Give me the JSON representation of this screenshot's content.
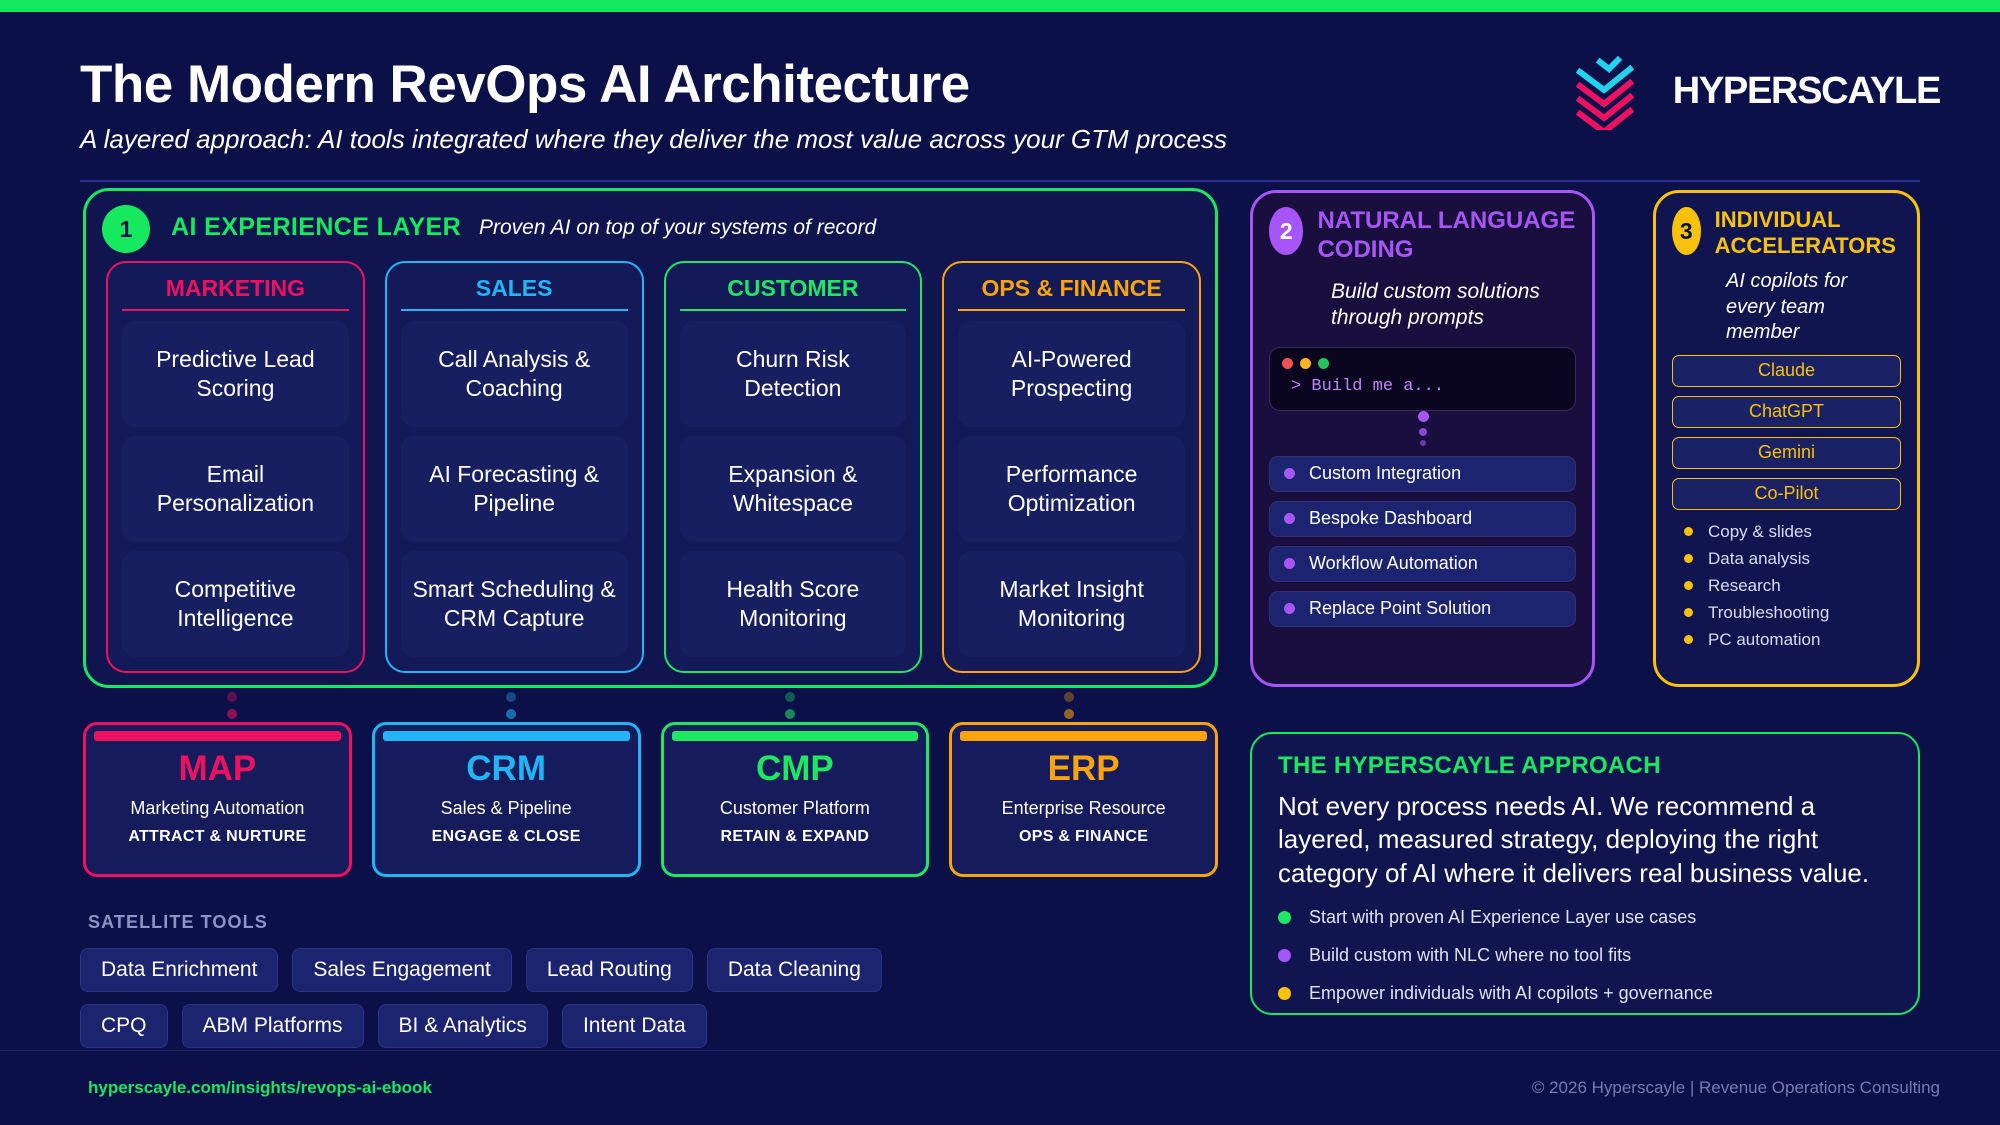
{
  "accent": {
    "green": "#17e95f",
    "pink": "#ef1161",
    "cyan": "#22b5f5",
    "emerald": "#1ee861",
    "amber": "#f9a40a",
    "purple": "#a855f7",
    "yellow": "#f9c20a",
    "bg": "#0b1049"
  },
  "header": {
    "title": "The Modern RevOps AI Architecture",
    "subtitle": "A layered approach: AI tools integrated where they deliver the most value across your GTM process",
    "logo_text": "HYPERSCAYLE",
    "logo_icon": "stacked-chevron-logo"
  },
  "layer1": {
    "number": "1",
    "title": "AI EXPERIENCE LAYER",
    "subtitle": "Proven AI on top of your systems of record",
    "columns": [
      {
        "head": "MARKETING",
        "color": "#ef1161",
        "cells": [
          "Predictive Lead Scoring",
          "Email Personalization",
          "Competitive Intelligence"
        ]
      },
      {
        "head": "SALES",
        "color": "#22b5f5",
        "cells": [
          "Call Analysis & Coaching",
          "AI Forecasting & Pipeline",
          "Smart Scheduling & CRM Capture"
        ]
      },
      {
        "head": "CUSTOMER",
        "color": "#1ee861",
        "cells": [
          "Churn Risk Detection",
          "Expansion & Whitespace",
          "Health Score Monitoring"
        ]
      },
      {
        "head": "OPS & FINANCE",
        "color": "#f9a40a",
        "cells": [
          "AI-Powered Prospecting",
          "Performance Optimization",
          "Market Insight Monitoring"
        ]
      }
    ]
  },
  "systems": [
    {
      "acronym": "MAP",
      "full": "Marketing Automation",
      "tag": "ATTRACT & NURTURE",
      "color": "#ef1161"
    },
    {
      "acronym": "CRM",
      "full": "Sales & Pipeline",
      "tag": "ENGAGE & CLOSE",
      "color": "#22b5f5"
    },
    {
      "acronym": "CMP",
      "full": "Customer Platform",
      "tag": "RETAIN & EXPAND",
      "color": "#1ee861"
    },
    {
      "acronym": "ERP",
      "full": "Enterprise Resource",
      "tag": "OPS & FINANCE",
      "color": "#f9a40a"
    }
  ],
  "satellite": {
    "label": "SATELLITE TOOLS",
    "row1": [
      "Data Enrichment",
      "Sales Engagement",
      "Lead Routing",
      "Data Cleaning"
    ],
    "row2": [
      "CPQ",
      "ABM Platforms",
      "BI & Analytics",
      "Intent Data"
    ]
  },
  "layer2": {
    "number": "2",
    "title": "NATURAL LANGUAGE CODING",
    "subtitle": "Build custom solutions through prompts",
    "terminal": {
      "dot_red": "#f05252",
      "dot_yellow": "#f9b420",
      "dot_green": "#22c55e",
      "prompt": "> Build me a..."
    },
    "items": [
      "Custom Integration",
      "Bespoke Dashboard",
      "Workflow Automation",
      "Replace Point Solution"
    ]
  },
  "layer3": {
    "number": "3",
    "title": "INDIVIDUAL ACCELERATORS",
    "subtitle": "AI copilots for every team member",
    "tools": [
      "Claude",
      "ChatGPT",
      "Gemini",
      "Co-Pilot"
    ],
    "uses": [
      "Copy & slides",
      "Data analysis",
      "Research",
      "Troubleshooting",
      "PC automation"
    ]
  },
  "approach": {
    "title": "THE HYPERSCAYLE APPROACH",
    "body": "Not every process needs AI. We recommend a layered, measured strategy, deploying the right category of AI where it delivers real business value.",
    "points": [
      {
        "text": "Start with proven AI Experience Layer use cases",
        "color": "#1ee861"
      },
      {
        "text": "Build custom with NLC where no tool fits",
        "color": "#a855f7"
      },
      {
        "text": "Empower individuals with AI copilots + governance",
        "color": "#f9c20a"
      }
    ]
  },
  "footer": {
    "left": "hyperscayle.com/insights/revops-ai-ebook",
    "right": "© 2026 Hyperscayle  |  Revenue Operations Consulting"
  }
}
